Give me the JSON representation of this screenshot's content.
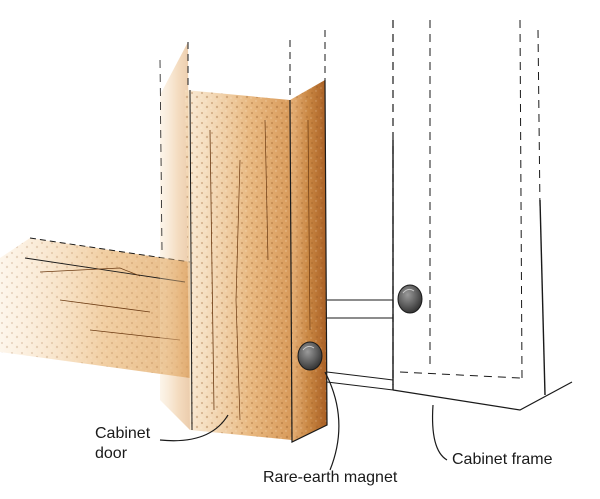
{
  "labels": {
    "cabinet_door": "Cabinet\ndoor",
    "rare_earth_magnet": "Rare-earth magnet",
    "cabinet_frame": "Cabinet frame"
  },
  "colors": {
    "wood_light": "#f2cfa0",
    "wood_mid": "#d9a066",
    "wood_dark": "#b46a2c",
    "ink": "#1a1a1a",
    "magnet": "#5a5a5a",
    "background": "#ffffff"
  }
}
